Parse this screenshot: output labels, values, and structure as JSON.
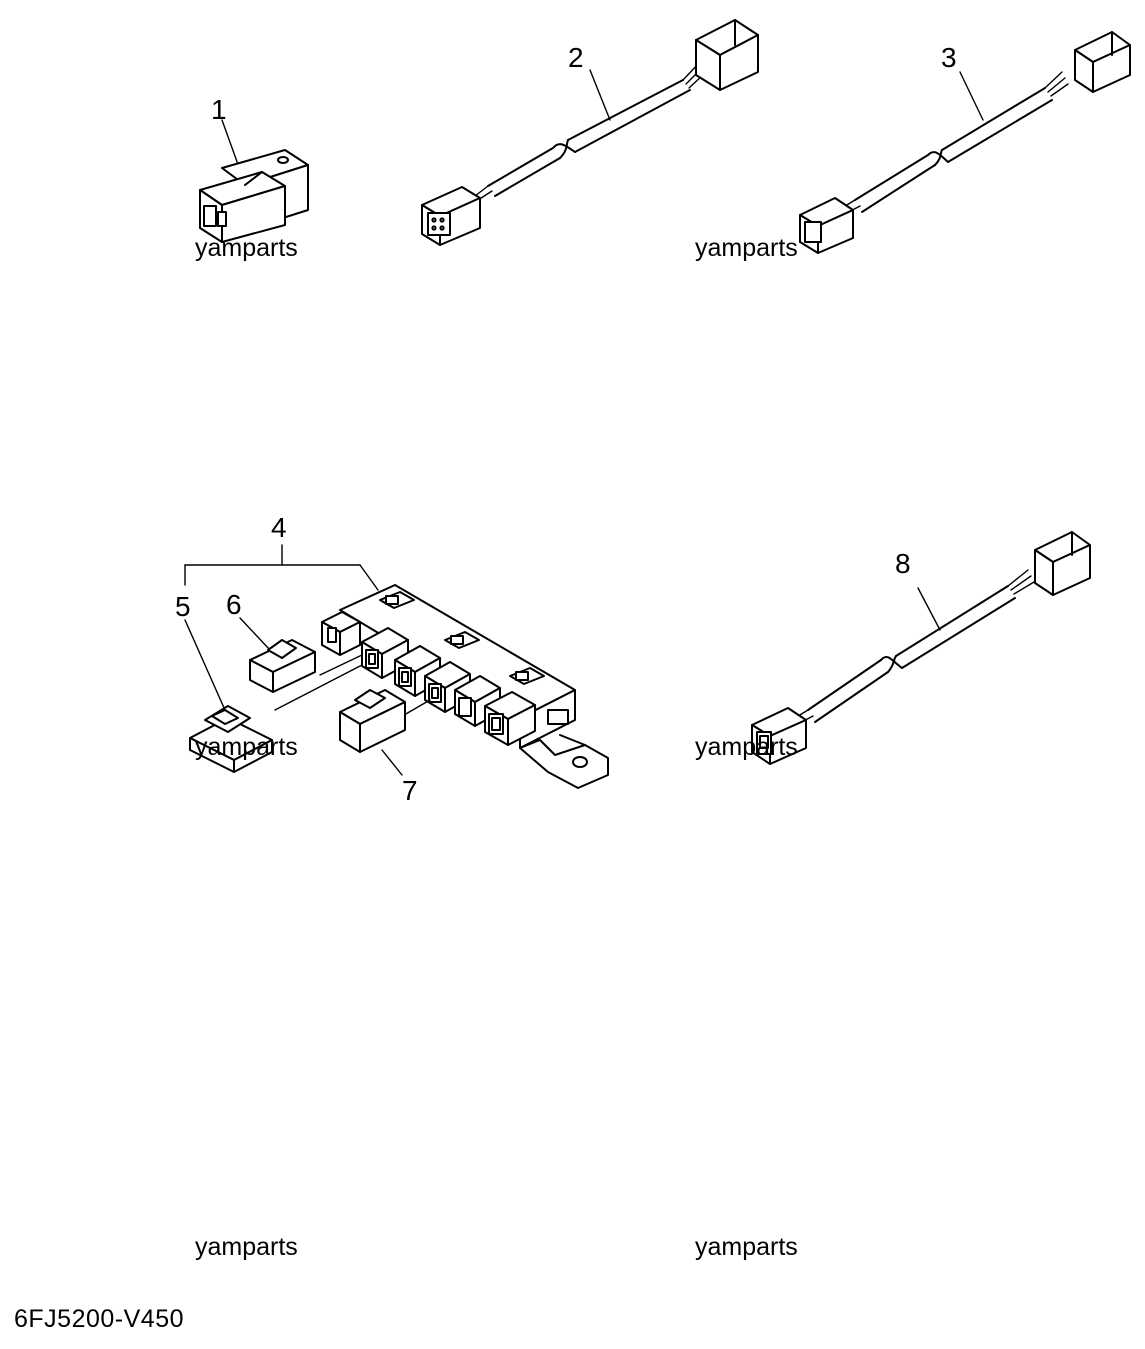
{
  "callouts": [
    {
      "id": "1",
      "text": "1"
    },
    {
      "id": "2",
      "text": "2"
    },
    {
      "id": "3",
      "text": "3"
    },
    {
      "id": "4",
      "text": "4"
    },
    {
      "id": "5",
      "text": "5"
    },
    {
      "id": "6",
      "text": "6"
    },
    {
      "id": "7",
      "text": "7"
    },
    {
      "id": "8",
      "text": "8"
    }
  ],
  "watermark": "yamparts",
  "diagram_code": "6FJ5200-V450",
  "colors": {
    "line": "#000000",
    "background": "#ffffff"
  }
}
